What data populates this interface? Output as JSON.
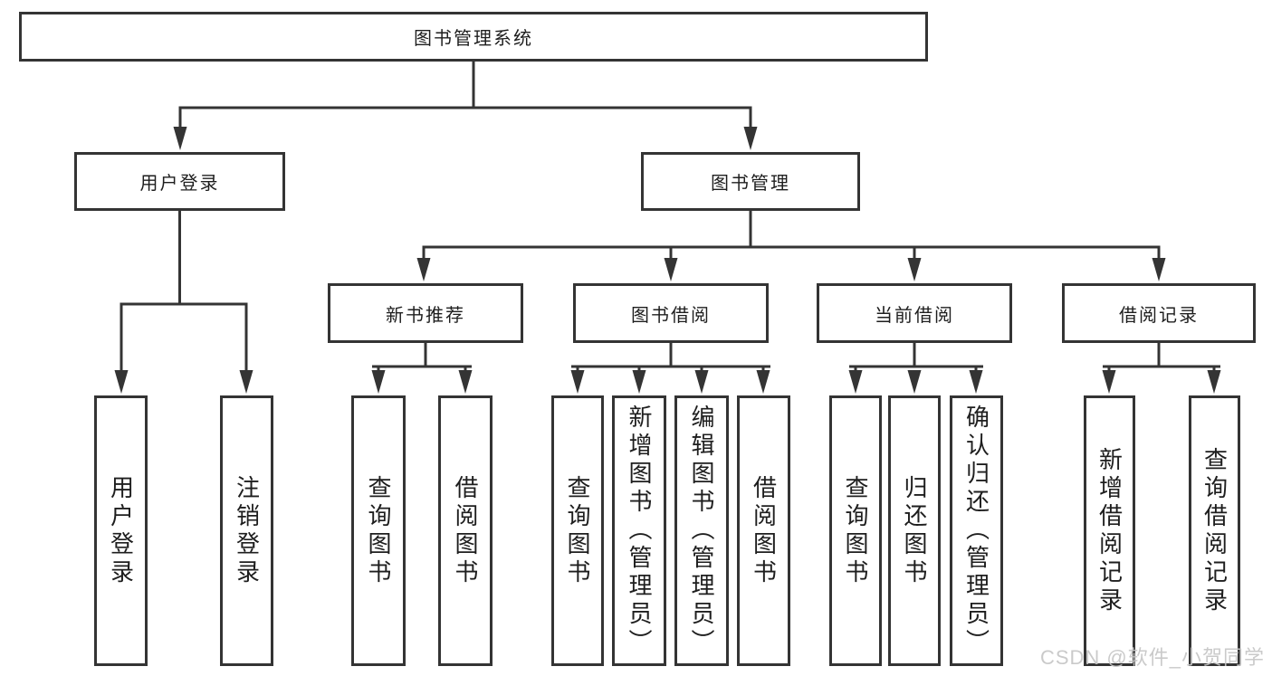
{
  "diagram": {
    "tree": {
      "label": "图书管理系统",
      "children": [
        {
          "label": "用户登录",
          "children": [
            {
              "label": "用户登录"
            },
            {
              "label": "注销登录"
            }
          ]
        },
        {
          "label": "图书管理",
          "children": [
            {
              "label": "新书推荐",
              "children": [
                {
                  "label": "查询图书"
                },
                {
                  "label": "借阅图书"
                }
              ]
            },
            {
              "label": "图书借阅",
              "children": [
                {
                  "label": "查询图书"
                },
                {
                  "label": "新增图书（管理员）"
                },
                {
                  "label": "编辑图书（管理员）"
                },
                {
                  "label": "借阅图书"
                }
              ]
            },
            {
              "label": "当前借阅",
              "children": [
                {
                  "label": "查询图书"
                },
                {
                  "label": "归还图书"
                },
                {
                  "label": "确认归还（管理员）"
                }
              ]
            },
            {
              "label": "借阅记录",
              "children": [
                {
                  "label": "新增借阅记录"
                },
                {
                  "label": "查询借阅记录"
                }
              ]
            }
          ]
        }
      ]
    },
    "colors": {
      "line": "#343434",
      "text": "#1e1e1e",
      "box_fill": "#ffffff",
      "watermark": "#c6c6c6"
    }
  },
  "watermark": {
    "text": "CSDN @软件_小贺同学"
  }
}
